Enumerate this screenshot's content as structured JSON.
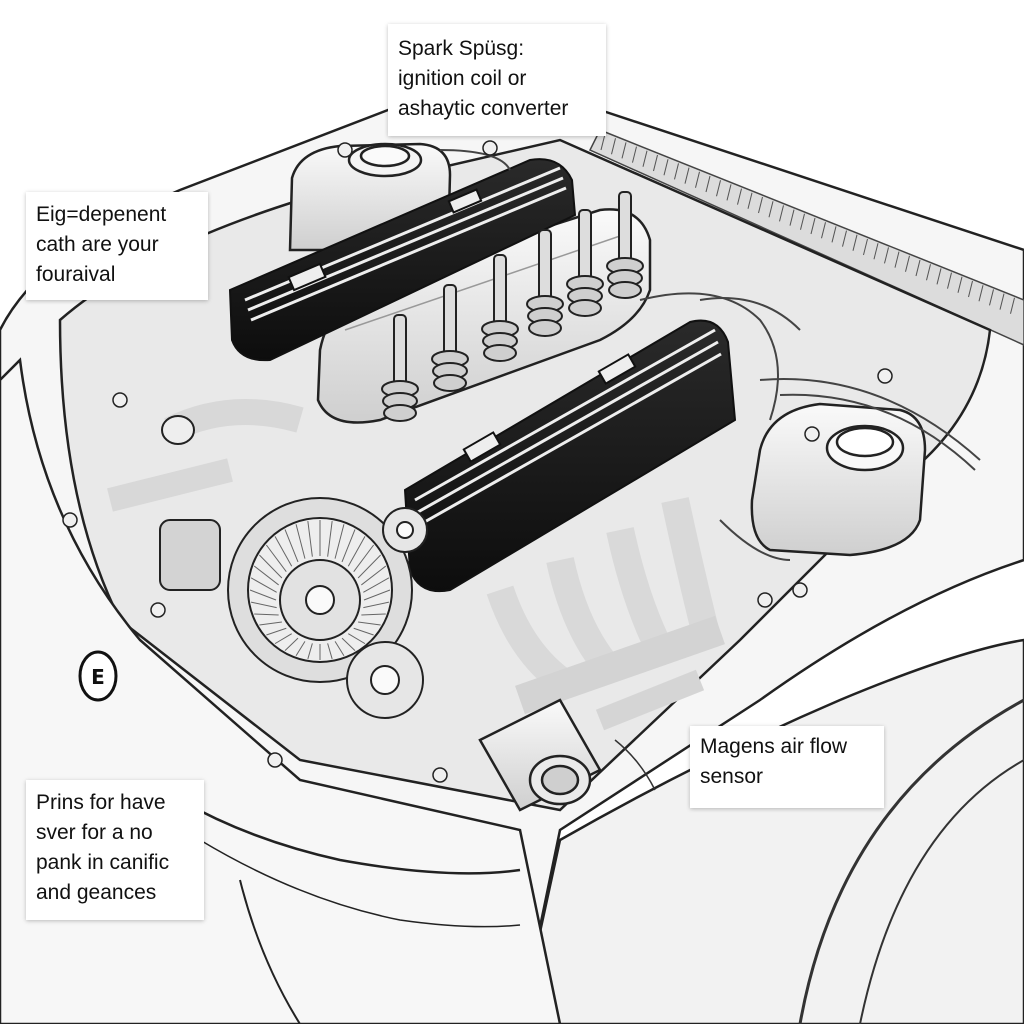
{
  "diagram": {
    "subject": "engine-bay-line-drawing",
    "palette": {
      "ink": "#111111",
      "metal": "#e6e6e6",
      "shadow": "#bfbfbf",
      "cover": "#1a1a1a",
      "paper": "#ffffff"
    },
    "callouts": {
      "top": {
        "lines": [
          "Spark Spüsg:",
          "ignition coil or",
          "ashaytic converter"
        ]
      },
      "left": {
        "lines": [
          "Eig=depenent",
          "cath are your",
          "fouraival"
        ]
      },
      "right": {
        "lines": [
          "Magens air flow",
          "sensor"
        ]
      },
      "bottom": {
        "lines": [
          "Prins for have",
          "sver for a no",
          "pank in canific",
          "and geances"
        ]
      }
    },
    "badge": {
      "text": "E"
    }
  }
}
